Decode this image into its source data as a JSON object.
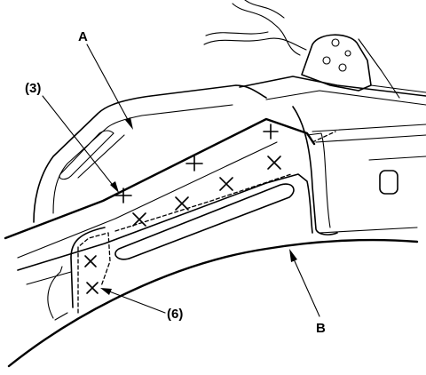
{
  "labels": {
    "a": "A",
    "b": "B",
    "three": "(3)",
    "six": "(6)"
  },
  "colors": {
    "line": "#000000",
    "background": "#ffffff"
  }
}
